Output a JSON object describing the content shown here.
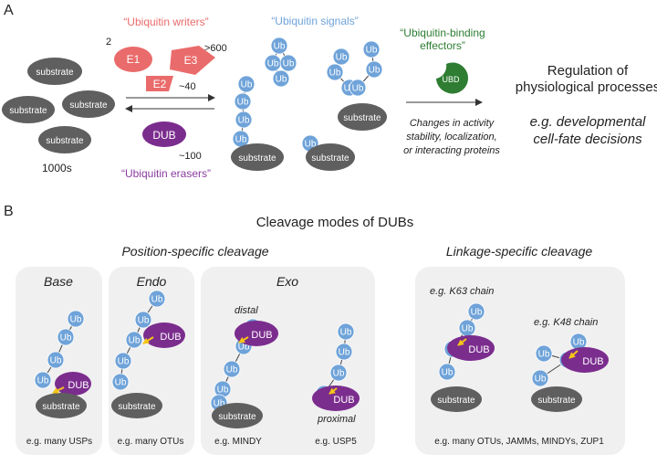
{
  "panel_a": {
    "label": "A",
    "writers_title": "“Ubiquitin writers”",
    "signals_title": "“Ubiquitin signals”",
    "effectors_title_1": "“Ubiquitin-binding",
    "effectors_title_2": "effectors”",
    "erasers_title": "“Ubiquitin erasers”",
    "substrate": "substrate",
    "substrates_count": "1000s",
    "e1": "E1",
    "e1_count": "2",
    "e2": "E2",
    "e2_count": "~40",
    "e3": "E3",
    "e3_count": ">600",
    "dub": "DUB",
    "dub_count": "~100",
    "ub": "Ub",
    "ubd": "UBD",
    "regulation_1": "Regulation of",
    "regulation_2": "physiological processes",
    "example_1": "e.g. developmental",
    "example_2": "cell-fate decisions",
    "changes_1": "Changes in activity",
    "changes_2": "stability, localization,",
    "changes_3": "or interacting proteins"
  },
  "panel_b": {
    "label": "B",
    "title": "Cleavage modes of DUBs",
    "position_title": "Position-specific cleavage",
    "linkage_title": "Linkage-specific cleavage",
    "base": "Base",
    "endo": "Endo",
    "exo": "Exo",
    "distal": "distal",
    "proximal": "proximal",
    "k63": "e.g. K63 chain",
    "k48": "e.g. K48 chain",
    "ex_base": "e.g. many USPs",
    "ex_endo": "e.g. many OTUs",
    "ex_mindy": "e.g. MINDY",
    "ex_usp5": "e.g. USP5",
    "ex_linkage": "e.g. many OTUs, JAMMs, MINDYs, ZUP1",
    "ub": "Ub",
    "dub": "DUB",
    "substrate": "substrate"
  },
  "colors": {
    "ub": "#6fa3d9",
    "dub": "#7b2d8e",
    "substrate": "#5f5f5f",
    "writers": "#ea6b6b",
    "signals": "#6fa3d9",
    "effectors": "#2e7d32",
    "erasers": "#8a3ca0",
    "panel_bg": "#f0f0f0",
    "arrow": "#f5c518"
  }
}
